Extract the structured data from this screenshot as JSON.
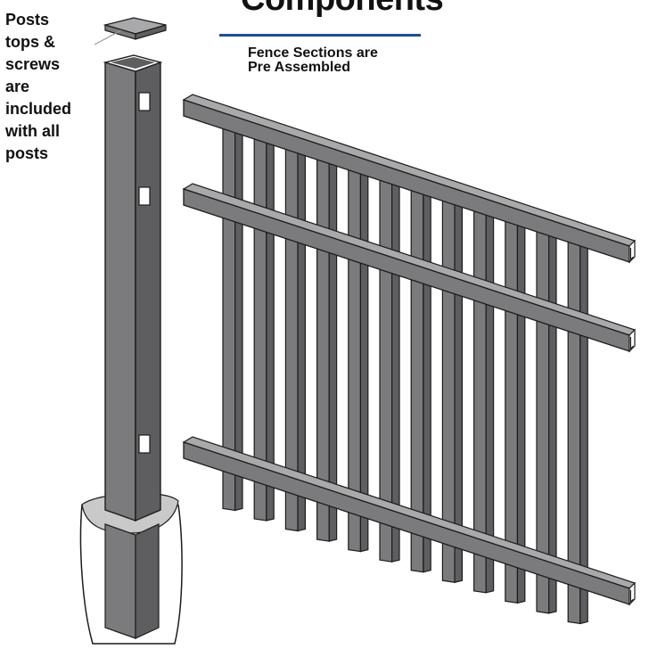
{
  "title": "Components",
  "subtitle_lines": [
    "Fence Sections are",
    "Pre Assembled"
  ],
  "side_note_lines": [
    "Posts",
    "tops &",
    "screws",
    "are",
    "included",
    "with all",
    "posts"
  ],
  "colors": {
    "metal": "#7b7b7d",
    "metal_dark": "#5e5e60",
    "metal_light": "#a9a9ab",
    "outline": "#1c1c1c",
    "concrete": "#c9c9c9",
    "rule": "#1f4e96",
    "text": "#111111"
  },
  "fence": {
    "rails": 3,
    "pickets": 12
  }
}
